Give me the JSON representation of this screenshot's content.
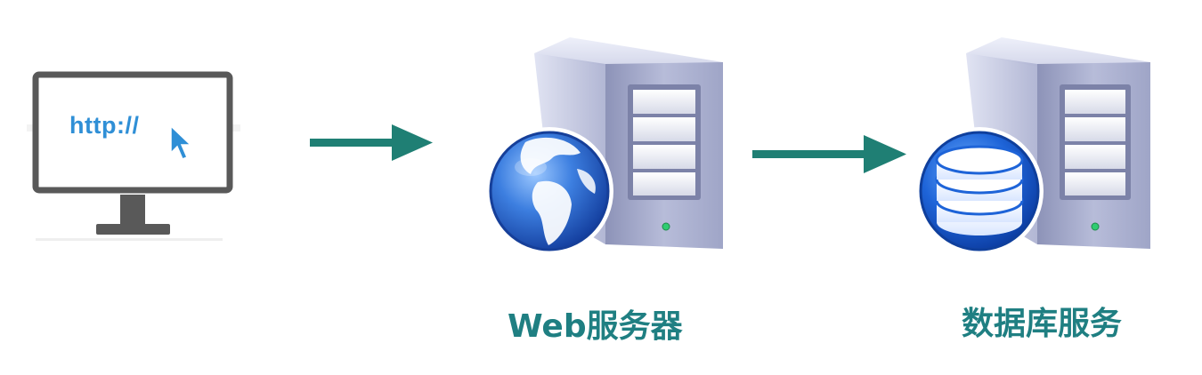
{
  "browser": {
    "url_text": "http://"
  },
  "web_server": {
    "label": "Web服务器"
  },
  "database_server": {
    "label": "数据库服务"
  },
  "colors": {
    "arrow": "#1f7f74",
    "caption": "#1f7f82",
    "url_text": "#2f8fd6",
    "monitor_frame": "#555555",
    "tower_body": "#b9bdd8",
    "globe_blue": "#1f5fc8"
  }
}
